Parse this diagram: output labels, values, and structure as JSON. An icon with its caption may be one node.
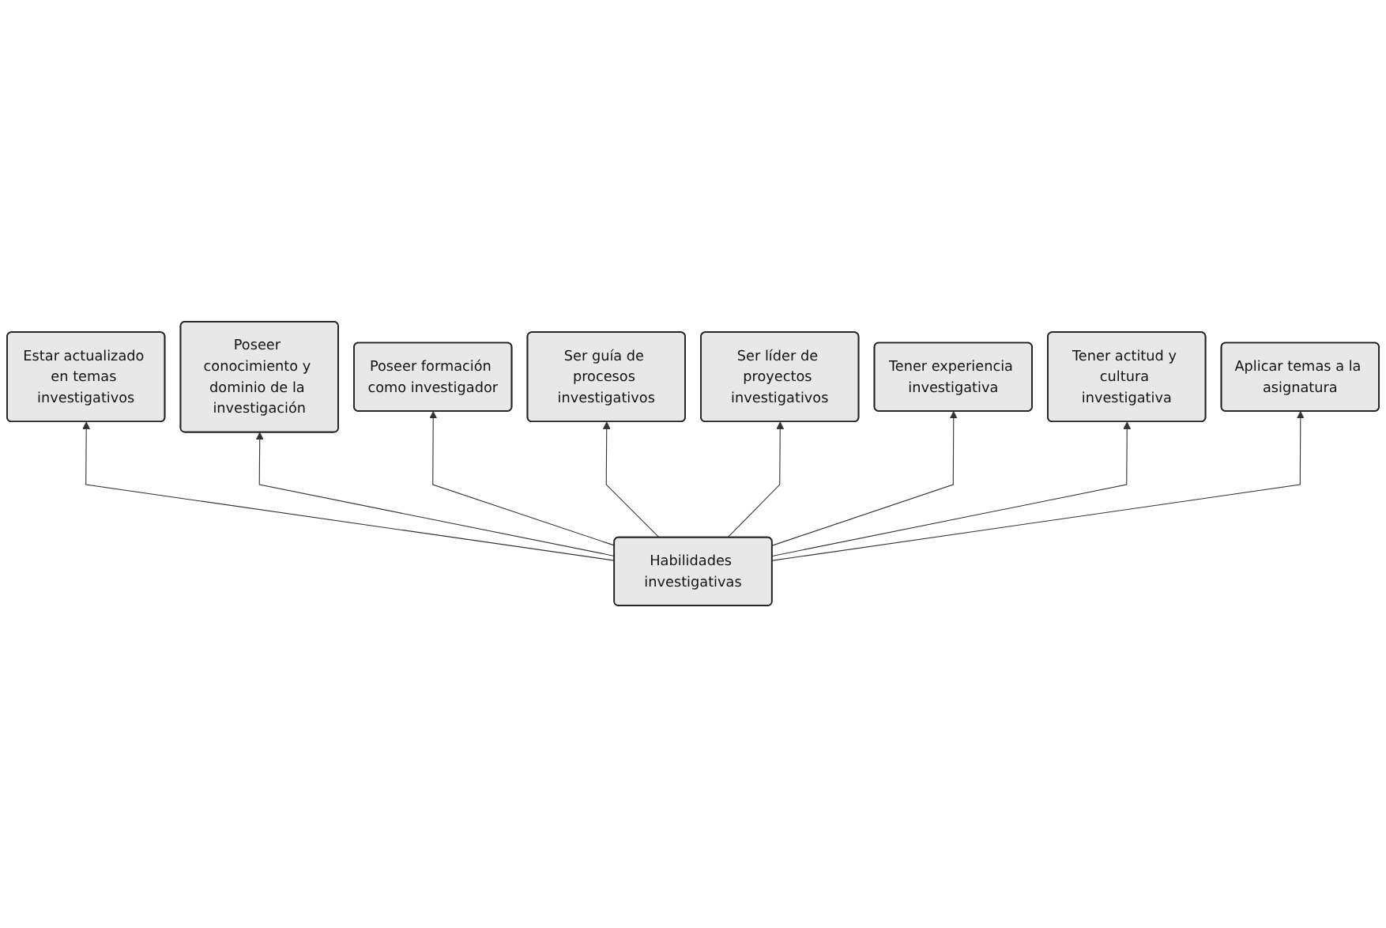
{
  "diagram": {
    "nodes": [
      {
        "text": [
          "Ser guía de procesos investigativos"
        ]
      },
      {
        "text": [
          "Ser líder de proyectos investigativos"
        ]
      },
      {
        "text": [
          "Poseer formación como investigador"
        ]
      },
      {
        "text": [
          "Tener experiencia investigativa"
        ]
      },
      {
        "text": [
          "Poseer conocimiento y dominio de la investigación"
        ]
      },
      {
        "text": [
          "Tener actitud y cultura investigativa"
        ]
      },
      {
        "text": [
          "Estar actualizado en temas investigativos"
        ]
      },
      {
        "text": [
          "Aplicar temas a la asignatura"
        ]
      },
      {
        "text": [
          "Habilidades investigativas"
        ]
      }
    ],
    "edges": [
      {
        "from": 8,
        "to": 6,
        "arrow": "to"
      },
      {
        "from": 8,
        "to": 4,
        "arrow": "to"
      },
      {
        "from": 8,
        "to": 2,
        "arrow": "to"
      },
      {
        "from": 8,
        "to": 0,
        "arrow": "to"
      },
      {
        "from": 8,
        "to": 1,
        "arrow": "to"
      },
      {
        "from": 8,
        "to": 3,
        "arrow": "to"
      },
      {
        "from": 8,
        "to": 5,
        "arrow": "to"
      },
      {
        "from": 8,
        "to": 7,
        "arrow": "to"
      }
    ]
  }
}
